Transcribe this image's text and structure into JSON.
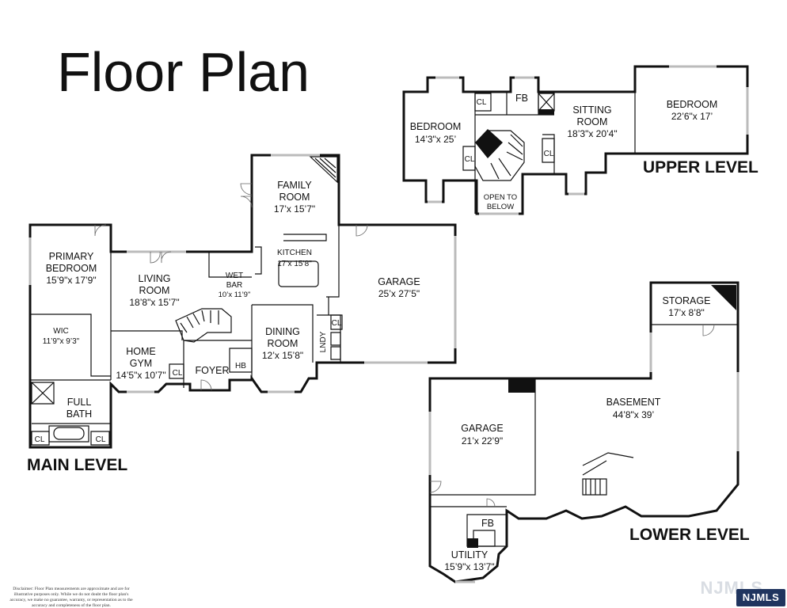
{
  "title": "Floor Plan",
  "levels": {
    "main": "MAIN LEVEL",
    "upper": "UPPER LEVEL",
    "lower": "LOWER LEVEL"
  },
  "main_rooms": {
    "primary_bedroom": {
      "name1": "PRIMARY",
      "name2": "BEDROOM",
      "dim": "15’9\"x 17’9\""
    },
    "wic": {
      "name": "WIC",
      "dim": "11’9\"x 9’3\""
    },
    "full_bath": {
      "name1": "FULL",
      "name2": "BATH"
    },
    "living_room": {
      "name1": "LIVING",
      "name2": "ROOM",
      "dim": "18’8\"x 15’7\""
    },
    "wet_bar": {
      "name1": "WET",
      "name2": "BAR",
      "dim": "10’x 11’9\""
    },
    "home_gym": {
      "name1": "HOME",
      "name2": "GYM",
      "dim": "14’5\"x 10’7\""
    },
    "foyer": {
      "name": "FOYER"
    },
    "hb": {
      "name": "HB"
    },
    "family_room": {
      "name1": "FAMILY",
      "name2": "ROOM",
      "dim": "17’x 15’7\""
    },
    "kitchen": {
      "name": "KITCHEN",
      "dim": "17’x 15’8\""
    },
    "dining_room": {
      "name1": "DINING",
      "name2": "ROOM",
      "dim": "12’x 15’8\""
    },
    "lndy": {
      "name": "LNDY"
    },
    "garage": {
      "name": "GARAGE",
      "dim": "25’x 27’5\""
    },
    "cl": "CL"
  },
  "upper_rooms": {
    "bedroom_a": {
      "name": "BEDROOM",
      "dim": "14’3\"x 25’"
    },
    "fb": {
      "name": "FB"
    },
    "sitting_room": {
      "name1": "SITTING",
      "name2": "ROOM",
      "dim": "18’3\"x 20’4\""
    },
    "bedroom_b": {
      "name": "BEDROOM",
      "dim": "22’6\"x 17’"
    },
    "open_to_below": {
      "line1": "OPEN TO",
      "line2": "BELOW"
    },
    "cl": "CL"
  },
  "lower_rooms": {
    "storage": {
      "name": "STORAGE",
      "dim": "17’x 8’8\""
    },
    "basement": {
      "name": "BASEMENT",
      "dim": "44’8\"x 39’"
    },
    "garage": {
      "name": "GARAGE",
      "dim": "21’x 22’9\""
    },
    "fb": {
      "name": "FB"
    },
    "utility": {
      "name": "UTILITY",
      "dim": "15’9\"x 13’7\""
    }
  },
  "disclaimer": [
    "Disclaimer: Floor Plan measurements are approximate and are for",
    "illustrative purposes only. While we do not doubt the floor plan's",
    "accuracy, we make no guarantee, warranty, or representation as to the",
    "accuracy and completeness of the floor plan."
  ],
  "badge": "NJMLS",
  "watermark": "NJMLS"
}
